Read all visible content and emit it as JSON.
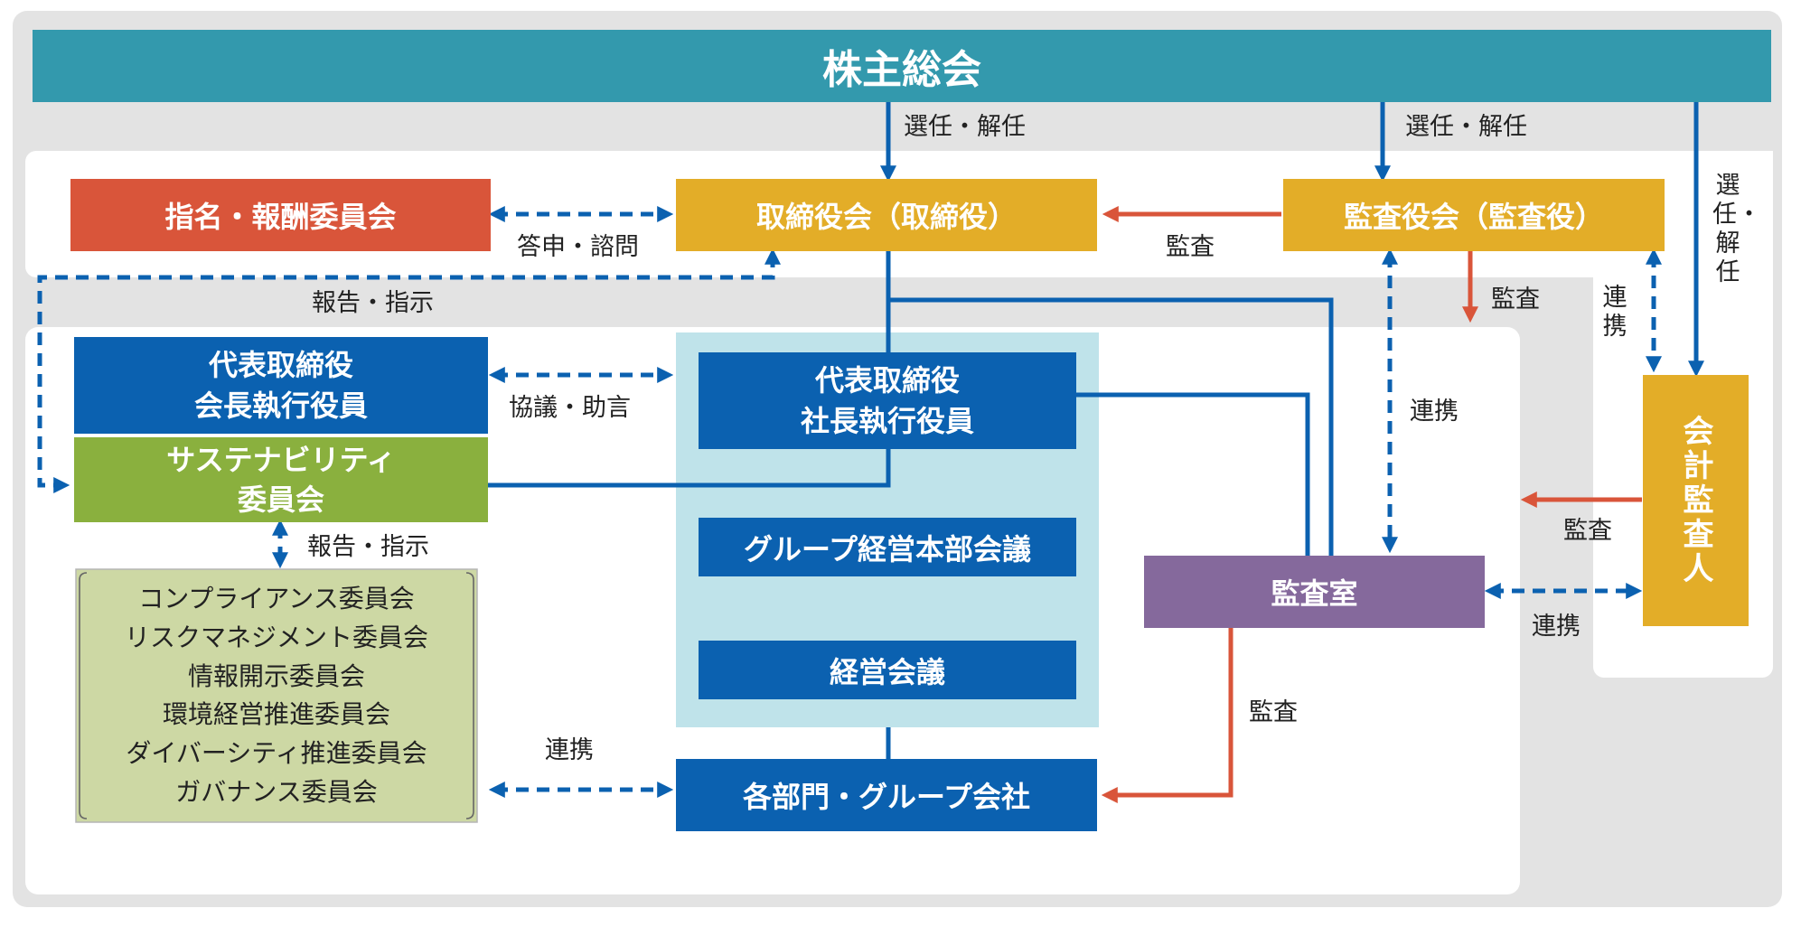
{
  "colors": {
    "frame_gray": "#e3e3e3",
    "teal": "#3399ad",
    "orange_red": "#d9553a",
    "gold": "#e3ad28",
    "blue": "#0b61b0",
    "green": "#8ab03e",
    "light_blue": "#bfe3ea",
    "purple": "#85699c",
    "pale_green": "#cdd8a4",
    "audit_red": "#d9553a"
  },
  "nodes": {
    "shareholders_meeting": "株主総会",
    "nomination_committee": "指名・報酬委員会",
    "board": "取締役会（取締役）",
    "audit_board": "監査役会（監査役）",
    "chairman": [
      "代表取締役",
      "会長執行役員"
    ],
    "president": [
      "代表取締役",
      "社長執行役員"
    ],
    "sustainability_committee": [
      "サステナビリティ",
      "委員会"
    ],
    "group_mgmt_meeting": "グループ経営本部会議",
    "mgmt_meeting": "経営会議",
    "divisions": "各部門・グループ会社",
    "audit_office": "監査室",
    "accounting_auditor": "会計監査人"
  },
  "committees": [
    "コンプライアンス委員会",
    "リスクマネジメント委員会",
    "情報開示委員会",
    "環境経営推進委員会",
    "ダイバーシティ推進委員会",
    "ガバナンス委員会"
  ],
  "labels": {
    "appoint_dismiss_1": "選任・解任",
    "appoint_dismiss_2": "選任・解任",
    "appoint_dismiss_vertical": "選任・解任",
    "report_consult": "答申・諮問",
    "audit_board_to_board": "監査",
    "report_instruct_top": "報告・指示",
    "audit_down": "監査",
    "liaison_vertical_audit": "連携",
    "liaison_vertical_acct": "連携",
    "consult_advise": "協議・助言",
    "report_instruct_mid": "報告・指示",
    "audit_from_acct": "監査",
    "liaison_acct_office": "連携",
    "audit_office_to_div": "監査",
    "liaison_committees": "連携"
  }
}
